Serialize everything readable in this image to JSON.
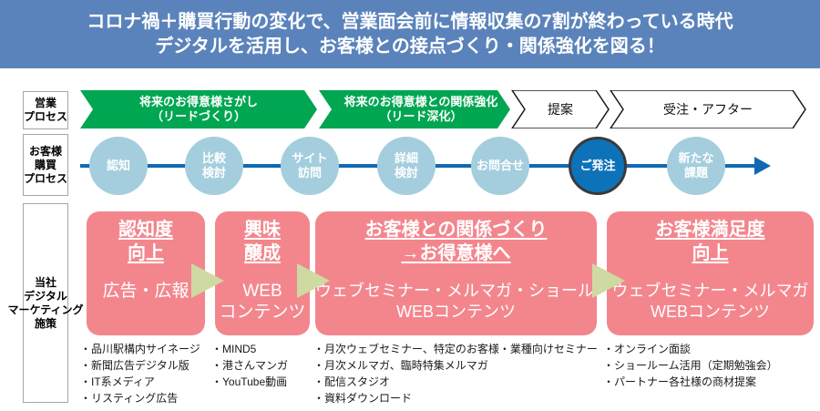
{
  "colors": {
    "header_bg": "#5b83bb",
    "green_arrow": "#00a651",
    "circle_blue": "#a4cede",
    "order_circle_fill": "#0e72b9",
    "order_circle_border": "#3a3a3a",
    "timeline_blue": "#1268b3",
    "measure_pink": "#f3868d",
    "triangle_green": "#cfd9a2"
  },
  "header": {
    "line1": "コロナ禍＋購買行動の変化で、営業面会前に情報収集の7割が終わっている時代",
    "line2": "デジタルを活用し、お客様との接点づくり・関係強化を図る！"
  },
  "row_labels": {
    "sales": [
      "営業",
      "プロセス"
    ],
    "customer": [
      "お客様",
      "購買",
      "プロセス"
    ],
    "company": [
      "当社",
      "デジタル",
      "マーケティング",
      "施策"
    ]
  },
  "sales_arrows": [
    {
      "variant": "green",
      "lines": [
        "将来のお得意様さがし",
        "（リードづくり）"
      ]
    },
    {
      "variant": "green",
      "lines": [
        "将来のお得意様との関係強化",
        "（リード深化）"
      ]
    },
    {
      "variant": "white",
      "lines": [
        "提案"
      ]
    },
    {
      "variant": "white",
      "lines": [
        "受注・アフター"
      ]
    }
  ],
  "purchase_steps": [
    {
      "lines": [
        "認知"
      ]
    },
    {
      "lines": [
        "比較",
        "検討"
      ]
    },
    {
      "lines": [
        "サイト",
        "訪問"
      ]
    },
    {
      "lines": [
        "詳細",
        "検討"
      ]
    },
    {
      "lines": [
        "お問合せ"
      ]
    },
    {
      "lines": [
        "ご発注"
      ],
      "highlighted": true
    },
    {
      "lines": [
        "新たな",
        "課題"
      ]
    }
  ],
  "measures": [
    {
      "title_lines": [
        "認知度",
        "向上"
      ],
      "body_lines": [
        "広告・広報"
      ],
      "bullets": [
        "・品川駅構内サイネージ",
        "・新聞広告デジタル版",
        "・IT系メディア",
        "・リスティング広告"
      ]
    },
    {
      "title_lines": [
        "興味",
        "醸成"
      ],
      "body_lines": [
        "WEB",
        "コンテンツ"
      ],
      "bullets": [
        "・MIND5",
        "・港さんマンガ",
        "・YouTube動画"
      ]
    },
    {
      "title_lines": [
        "お客様との関係づくり",
        "→お得意様へ"
      ],
      "body_lines": [
        "ウェブセミナー・メルマガ・ショールーム",
        "WEBコンテンツ"
      ],
      "bullets": [
        "・月次ウェブセミナー、特定のお客様・業種向けセミナー",
        "・月次メルマガ、臨時特集メルマガ",
        "・配信スタジオ",
        "・資料ダウンロード"
      ]
    },
    {
      "title_lines": [
        "お客様満足度",
        "向上"
      ],
      "body_lines": [
        "ウェブセミナー・メルマガ",
        "WEBコンテンツ"
      ],
      "bullets": [
        "・オンライン面談",
        "・ショールーム活用（定期勉強会）",
        "・パートナー各社様の商材提案"
      ]
    }
  ]
}
